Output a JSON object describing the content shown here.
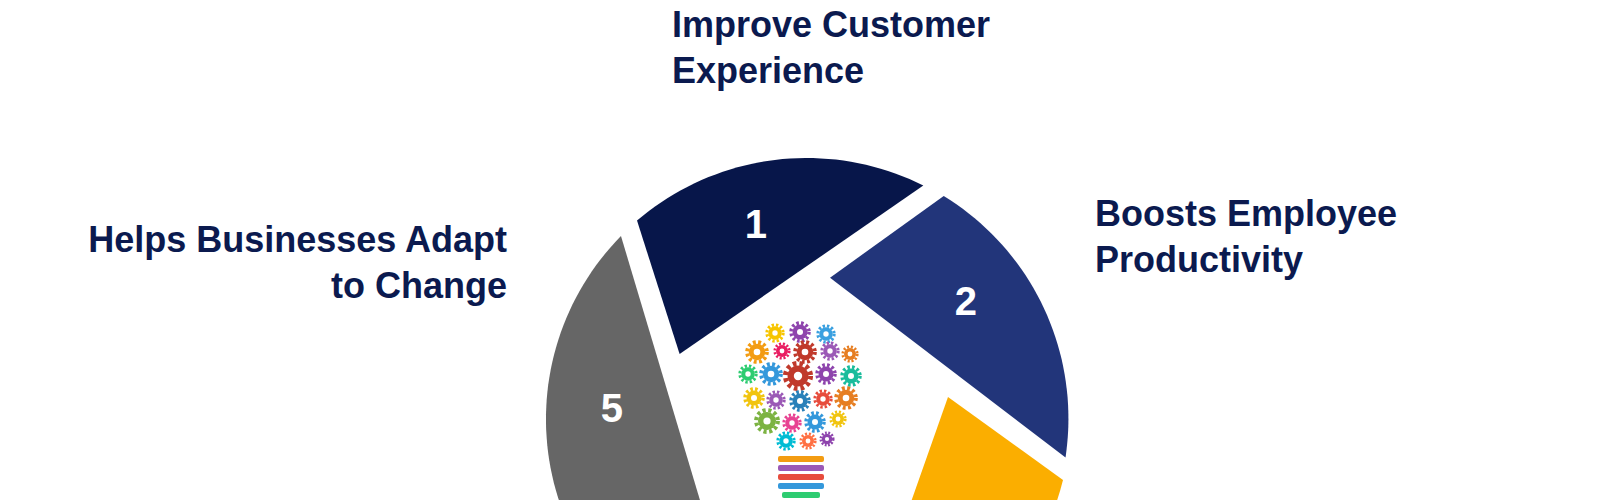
{
  "diagram": {
    "nodes": [
      {
        "text": [
          "1",
          "Improve Customer Experience"
        ]
      },
      {
        "text": [
          "2",
          "Boosts Employee Productivity"
        ]
      },
      {
        "text": [
          "5",
          "Helps Businesses Adapt to Change"
        ]
      }
    ]
  }
}
